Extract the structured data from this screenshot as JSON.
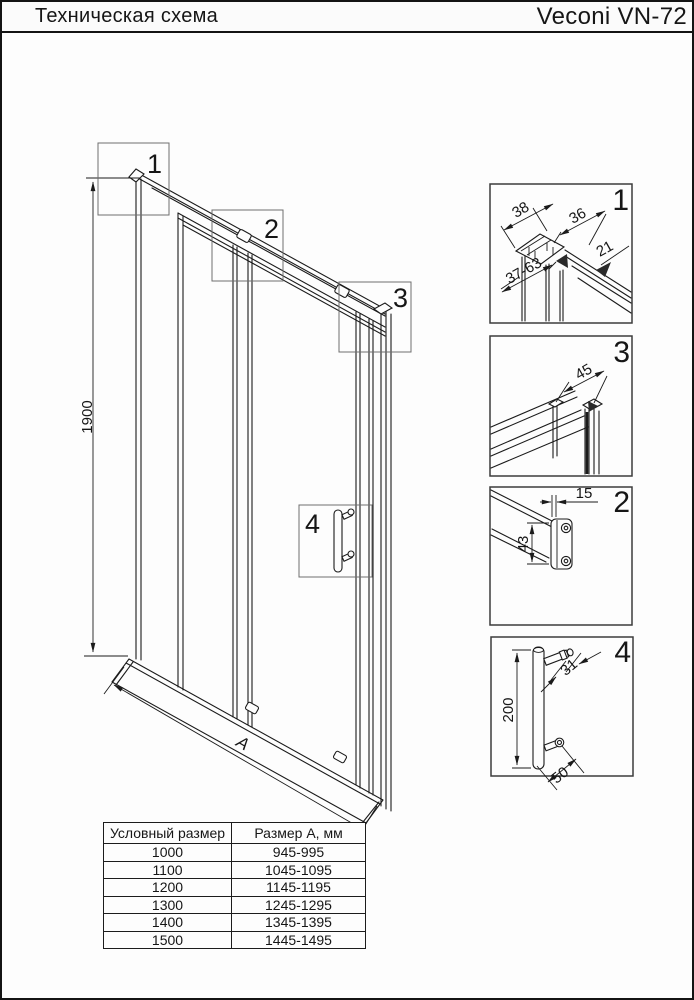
{
  "header": {
    "title": "Техническая схема",
    "model": "Veconi VN-72"
  },
  "drawing": {
    "height_dim": "1900",
    "width_dim_label": "A",
    "callouts": {
      "c1": "1",
      "c2": "2",
      "c3": "3",
      "c4": "4"
    }
  },
  "details": {
    "d1": {
      "label": "1",
      "dim_38": "38",
      "dim_36": "36",
      "dim_range": "37-63",
      "dim_21": "21"
    },
    "d3": {
      "label": "3",
      "dim_45": "45"
    },
    "d2": {
      "label": "2",
      "dim_15": "15",
      "dim_43": "43"
    },
    "d4": {
      "label": "4",
      "dim_200": "200",
      "dim_31": "31",
      "dim_50": "50"
    }
  },
  "table": {
    "headers": [
      "Условный размер",
      "Размер А, мм"
    ],
    "rows": [
      [
        "1000",
        "945-995"
      ],
      [
        "1100",
        "1045-1095"
      ],
      [
        "1200",
        "1145-1195"
      ],
      [
        "1300",
        "1245-1295"
      ],
      [
        "1400",
        "1345-1395"
      ],
      [
        "1500",
        "1445-1495"
      ]
    ]
  }
}
